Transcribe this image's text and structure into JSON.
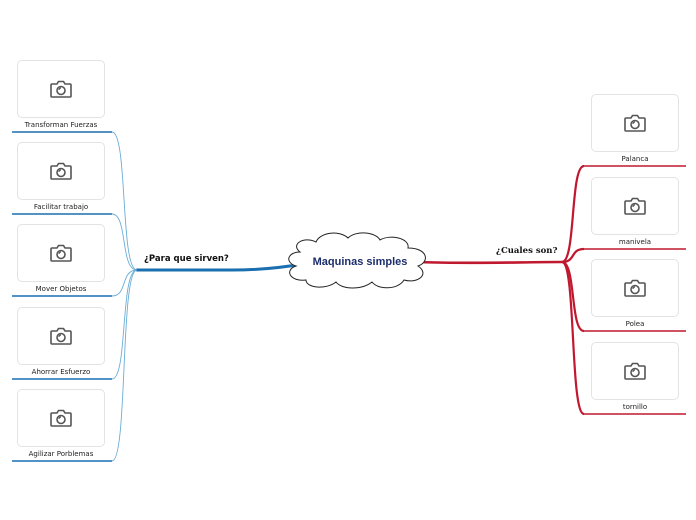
{
  "center": {
    "label": "Maquinas simples"
  },
  "left_branch": {
    "label": "¿Para que sirven?",
    "color": "#1a6fb0",
    "thin_color": "#6aaed6",
    "children": [
      {
        "label": "Transforman Fuerzas",
        "icon": "camera-icon"
      },
      {
        "label": "Facilitar trabajo",
        "icon": "camera-icon"
      },
      {
        "label": "Mover Objetos",
        "icon": "camera-icon"
      },
      {
        "label": "Ahorrar Esfuerzo",
        "icon": "camera-icon"
      },
      {
        "label": "Agilizar Porblemas",
        "icon": "camera-icon"
      }
    ]
  },
  "right_branch": {
    "label": "¿Cuales son?",
    "color": "#c0182f",
    "children": [
      {
        "label": "Palanca",
        "icon": "camera-icon"
      },
      {
        "label": "manivela",
        "icon": "camera-icon"
      },
      {
        "label": "Polea",
        "icon": "camera-icon"
      },
      {
        "label": "tornillo",
        "icon": "camera-icon"
      }
    ]
  }
}
